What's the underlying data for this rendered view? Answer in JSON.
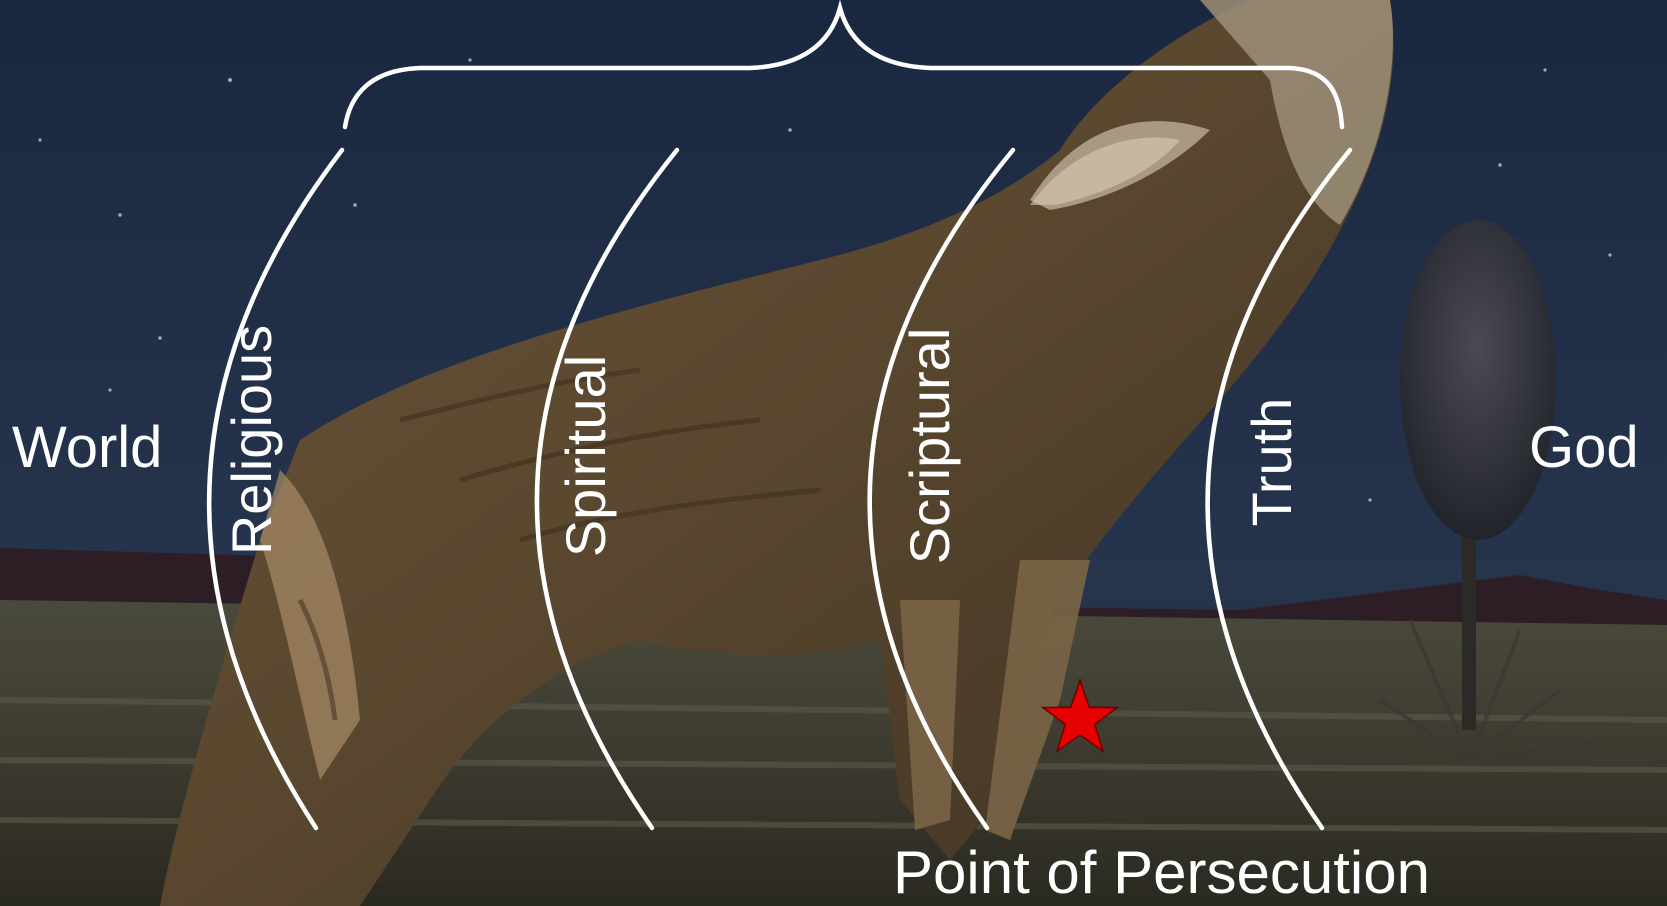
{
  "diagram": {
    "left_label": "World",
    "right_label": "God",
    "bands": [
      {
        "label": "Religious"
      },
      {
        "label": "Spiritual"
      },
      {
        "label": "Scriptural"
      },
      {
        "label": "Truth"
      }
    ],
    "marker_label": "Point of Persecution",
    "marker_icon": "star-icon",
    "marker_color": "#e60000",
    "line_color": "#ffffff",
    "background": "painting of a howling coyote at night"
  }
}
